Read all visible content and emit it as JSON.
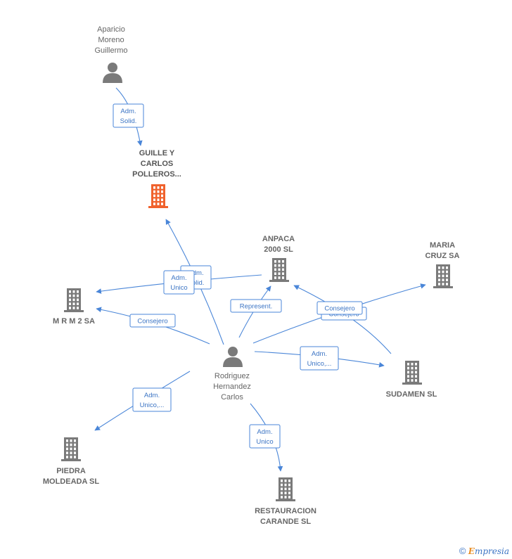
{
  "nodes": [
    {
      "id": "aparicio",
      "kind": "person",
      "label": [
        "Aparicio",
        "Moreno",
        "Guillermo"
      ]
    },
    {
      "id": "guille",
      "kind": "company",
      "highlight": true,
      "label": [
        "GUILLE Y",
        "CARLOS",
        "POLLEROS..."
      ]
    },
    {
      "id": "anpaca",
      "kind": "company",
      "label": [
        "ANPACA",
        "2000 SL"
      ]
    },
    {
      "id": "maria",
      "kind": "company",
      "label": [
        "MARIA",
        "CRUZ SA"
      ]
    },
    {
      "id": "mrm2",
      "kind": "company",
      "label": [
        "M R M 2 SA"
      ]
    },
    {
      "id": "rodriguez",
      "kind": "person",
      "label": [
        "Rodriguez",
        "Hernandez",
        "Carlos"
      ]
    },
    {
      "id": "sudamen",
      "kind": "company",
      "label": [
        "SUDAMEN  SL"
      ]
    },
    {
      "id": "piedra",
      "kind": "company",
      "label": [
        "PIEDRA",
        "MOLDEADA  SL"
      ]
    },
    {
      "id": "restauracion",
      "kind": "company",
      "label": [
        "RESTAURACION",
        "CARANDE SL"
      ]
    }
  ],
  "edges": [
    {
      "from": "aparicio",
      "to": "guille",
      "label": [
        "Adm.",
        "Solid."
      ]
    },
    {
      "from": "rodriguez",
      "to": "guille",
      "label": [
        "Adm.",
        "Solid."
      ]
    },
    {
      "from": "anpaca",
      "to": "mrm2",
      "label": [
        "Adm.",
        "Unico"
      ]
    },
    {
      "from": "rodriguez",
      "to": "mrm2",
      "label": [
        "Consejero"
      ]
    },
    {
      "from": "rodriguez",
      "to": "anpaca",
      "label": [
        "Represent."
      ]
    },
    {
      "from": "sudamen",
      "to": "anpaca",
      "label": [
        "Consejero"
      ]
    },
    {
      "from": "rodriguez",
      "to": "maria",
      "label": [
        "Consejero"
      ]
    },
    {
      "from": "rodriguez",
      "to": "sudamen",
      "label": [
        "Adm.",
        "Unico,..."
      ]
    },
    {
      "from": "rodriguez",
      "to": "piedra",
      "label": [
        "Adm.",
        "Unico,..."
      ]
    },
    {
      "from": "rodriguez",
      "to": "restauracion",
      "label": [
        "Adm.",
        "Unico"
      ]
    }
  ],
  "colors": {
    "edge": "#4a86d8",
    "company": "#7a7a7a",
    "highlight": "#f0622d",
    "person": "#7a7a7a"
  },
  "footer": {
    "copyright": "©",
    "brand_initial": "E",
    "brand_rest": "mpresia"
  }
}
